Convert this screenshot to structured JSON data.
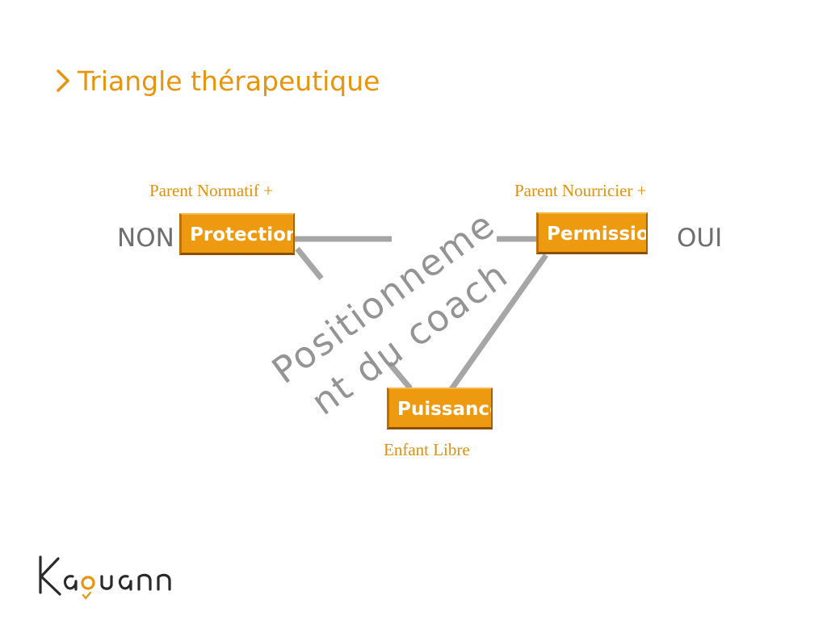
{
  "title": "Triangle thérapeutique",
  "title_icon": "chevron-right-icon",
  "colors": {
    "accent": "#e8940c",
    "box_fill": "#ee9a10",
    "connector": "#a6a6a6",
    "side_text": "#6e6e6e",
    "watermark": "#8f8f8f"
  },
  "diagram": {
    "nodes": [
      {
        "id": "protection",
        "label": "Protection",
        "role": "Parent Normatif  +"
      },
      {
        "id": "permission",
        "label": "Permission",
        "role": "Parent Nourricier +"
      },
      {
        "id": "puissance",
        "label": "Puissance",
        "role": "Enfant Libre"
      }
    ],
    "left_word": "NON",
    "right_word": "OUI",
    "overlay_text": [
      "Positionneme",
      "nt du coach"
    ],
    "edges": [
      {
        "from": "protection",
        "to": "permission"
      },
      {
        "from": "protection",
        "to": "puissance"
      },
      {
        "from": "permission",
        "to": "puissance"
      }
    ]
  },
  "logo": {
    "text": "Kaouann"
  }
}
